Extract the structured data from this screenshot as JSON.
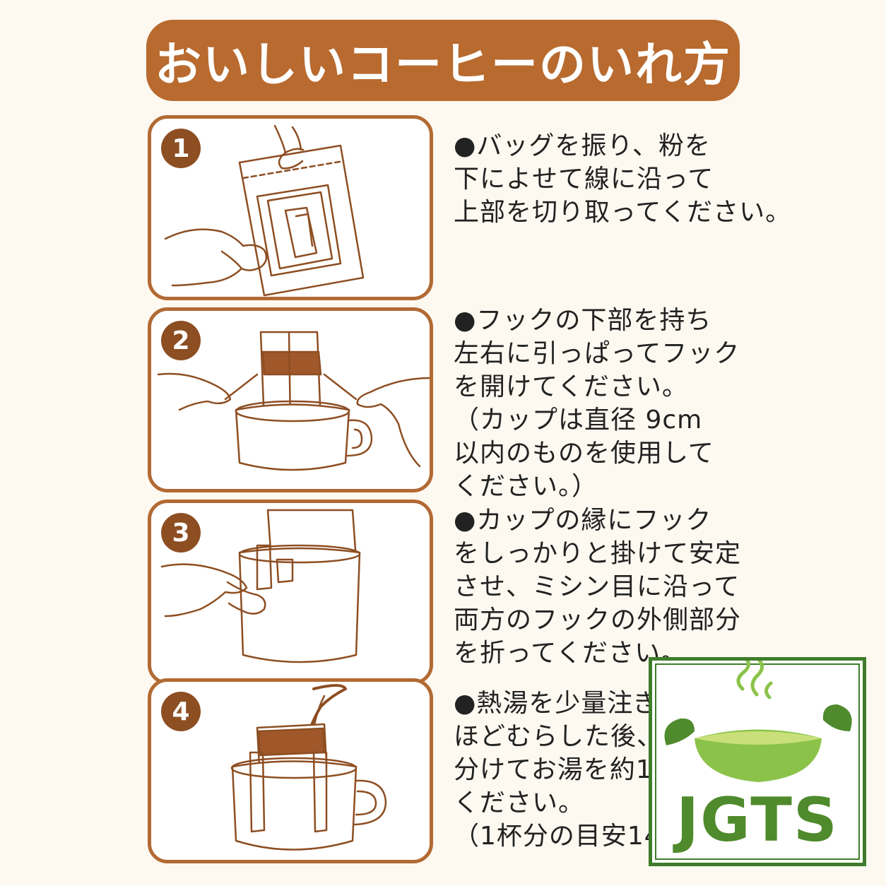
{
  "title": "おいしいコーヒーのいれ方",
  "steps": [
    {
      "number": "1",
      "lines": [
        "●バッグを振り、粉を",
        "下によせて線に沿って",
        "上部を切り取ってください。"
      ]
    },
    {
      "number": "2",
      "lines": [
        "●フックの下部を持ち",
        "左右に引っぱってフック",
        "を開けてください。",
        "（カップは直径 9cm",
        "以内のものを使用して",
        "ください。）"
      ]
    },
    {
      "number": "3",
      "lines": [
        "●カップの縁にフック",
        "をしっかりと掛けて安定",
        "させ、ミシン目に沿って",
        "両方のフックの外側部分",
        "を折ってください。"
      ]
    },
    {
      "number": "4",
      "lines": [
        "●熱湯を少量注ぎ、",
        "ほどむらした後、2",
        "分けてお湯を約140m",
        "ください。",
        "（1杯分の目安140"
      ]
    }
  ],
  "logo": {
    "text": "JGTS"
  },
  "colors": {
    "brown": "#b86a2f",
    "dark_brown": "#8d4e22",
    "green": "#4f8a2c",
    "light_green": "#8bc34a",
    "background": "#fdf8f0"
  }
}
